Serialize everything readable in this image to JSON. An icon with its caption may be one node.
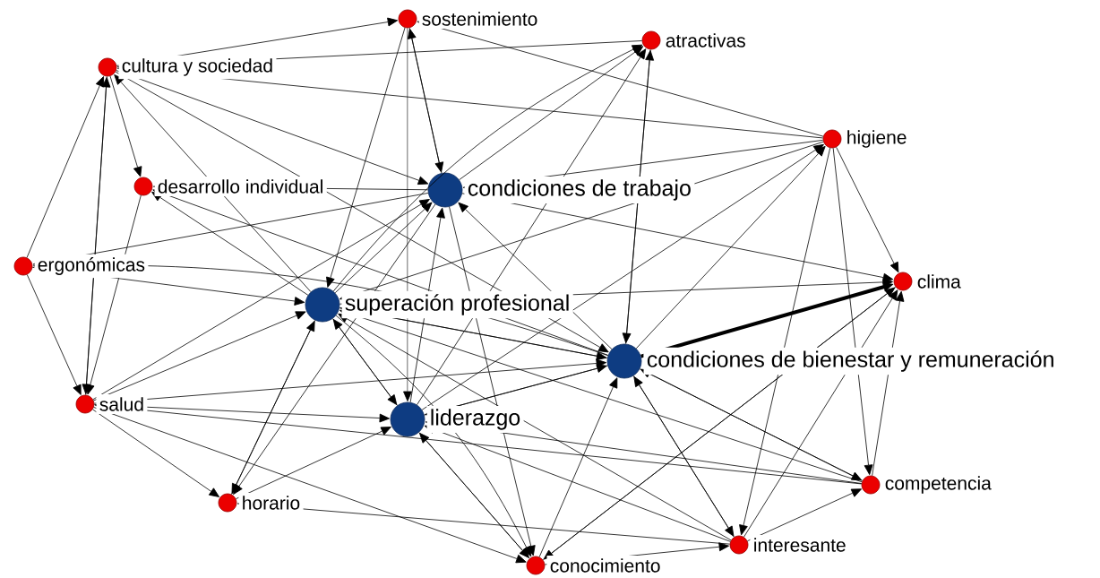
{
  "diagram": {
    "nodes": [
      {
        "text": [
          "sostenimiento"
        ]
      },
      {
        "text": [
          "atractivas"
        ]
      },
      {
        "text": [
          "cultura y sociedad"
        ]
      },
      {
        "text": [
          "higiene"
        ]
      },
      {
        "text": [
          "desarrollo individual"
        ]
      },
      {
        "text": [
          "condiciones de trabajo"
        ]
      },
      {
        "text": [
          "ergonómicas"
        ]
      },
      {
        "text": [
          "clima"
        ]
      },
      {
        "text": [
          "superación profesional"
        ]
      },
      {
        "text": [
          "condiciones de bienestar y remuneración"
        ]
      },
      {
        "text": [
          "salud"
        ]
      },
      {
        "text": [
          "liderazgo"
        ]
      },
      {
        "text": [
          "competencia"
        ]
      },
      {
        "text": [
          "horario"
        ]
      },
      {
        "text": [
          "interesante"
        ]
      },
      {
        "text": [
          "conocimiento"
        ]
      }
    ],
    "edges": [
      {
        "from": 2,
        "to": 0,
        "arrow": "to"
      },
      {
        "from": 1,
        "to": 2,
        "arrow": "to"
      },
      {
        "from": 3,
        "to": 0,
        "arrow": "to"
      },
      {
        "from": 3,
        "to": 2,
        "arrow": "to"
      },
      {
        "from": 0,
        "to": 5,
        "arrow": "to"
      },
      {
        "from": 0,
        "to": 8,
        "arrow": "to"
      },
      {
        "from": 0,
        "to": 11,
        "arrow": "to"
      },
      {
        "from": 5,
        "to": 0,
        "arrow": "to"
      },
      {
        "from": 5,
        "to": 1,
        "arrow": "to"
      },
      {
        "from": 9,
        "to": 1,
        "arrow": "to"
      },
      {
        "from": 8,
        "to": 1,
        "arrow": "to"
      },
      {
        "from": 11,
        "to": 1,
        "arrow": "to"
      },
      {
        "from": 1,
        "to": 9,
        "arrow": "to"
      },
      {
        "from": 2,
        "to": 5,
        "arrow": "to"
      },
      {
        "from": 2,
        "to": 9,
        "arrow": "to"
      },
      {
        "from": 2,
        "to": 4,
        "arrow": "to"
      },
      {
        "from": 6,
        "to": 2,
        "arrow": "to"
      },
      {
        "from": 10,
        "to": 2,
        "arrow": "to"
      },
      {
        "from": 2,
        "to": 10,
        "arrow": "to"
      },
      {
        "from": 4,
        "to": 10,
        "arrow": "to"
      },
      {
        "from": 8,
        "to": 2,
        "arrow": "to"
      },
      {
        "from": 5,
        "to": 4,
        "arrow": "to"
      },
      {
        "from": 8,
        "to": 4,
        "arrow": "to"
      },
      {
        "from": 9,
        "to": 4,
        "arrow": "to"
      },
      {
        "from": 6,
        "to": 10,
        "arrow": "to"
      },
      {
        "from": 6,
        "to": 8,
        "arrow": "to"
      },
      {
        "from": 9,
        "to": 6,
        "arrow": "to"
      },
      {
        "from": 5,
        "to": 6,
        "arrow": "to"
      },
      {
        "from": 3,
        "to": 5,
        "arrow": "to"
      },
      {
        "from": 3,
        "to": 8,
        "arrow": "to"
      },
      {
        "from": 9,
        "to": 3,
        "arrow": "to"
      },
      {
        "from": 11,
        "to": 3,
        "arrow": "to"
      },
      {
        "from": 3,
        "to": 14,
        "arrow": "to"
      },
      {
        "from": 3,
        "to": 12,
        "arrow": "to"
      },
      {
        "from": 3,
        "to": 7,
        "arrow": "to"
      },
      {
        "from": 5,
        "to": 7,
        "arrow": "to"
      },
      {
        "from": 8,
        "to": 7,
        "arrow": "to"
      },
      {
        "from": 9,
        "to": 7,
        "arrow": "to",
        "style": "thick"
      },
      {
        "from": 12,
        "to": 7,
        "arrow": "to"
      },
      {
        "from": 14,
        "to": 7,
        "arrow": "to"
      },
      {
        "from": 15,
        "to": 7,
        "arrow": "to"
      },
      {
        "from": 8,
        "to": 5,
        "arrow": "to"
      },
      {
        "from": 11,
        "to": 5,
        "arrow": "to"
      },
      {
        "from": 9,
        "to": 5,
        "arrow": "to"
      },
      {
        "from": 10,
        "to": 5,
        "arrow": "to"
      },
      {
        "from": 8,
        "to": 11,
        "arrow": "to"
      },
      {
        "from": 11,
        "to": 8,
        "arrow": "to"
      },
      {
        "from": 8,
        "to": 9,
        "arrow": "to"
      },
      {
        "from": 9,
        "to": 8,
        "arrow": "to"
      },
      {
        "from": 9,
        "to": 11,
        "arrow": "to"
      },
      {
        "from": 11,
        "to": 9,
        "arrow": "to"
      },
      {
        "from": 13,
        "to": 8,
        "arrow": "to"
      },
      {
        "from": 8,
        "to": 13,
        "arrow": "to"
      },
      {
        "from": 13,
        "to": 11,
        "arrow": "to"
      },
      {
        "from": 5,
        "to": 13,
        "arrow": "to"
      },
      {
        "from": 10,
        "to": 8,
        "arrow": "to"
      },
      {
        "from": 10,
        "to": 11,
        "arrow": "to"
      },
      {
        "from": 10,
        "to": 9,
        "arrow": "to"
      },
      {
        "from": 10,
        "to": 13,
        "arrow": "to"
      },
      {
        "from": 10,
        "to": 15,
        "arrow": "to"
      },
      {
        "from": 11,
        "to": 15,
        "arrow": "to"
      },
      {
        "from": 15,
        "to": 11,
        "arrow": "to"
      },
      {
        "from": 8,
        "to": 15,
        "arrow": "to"
      },
      {
        "from": 5,
        "to": 15,
        "arrow": "to"
      },
      {
        "from": 15,
        "to": 9,
        "arrow": "to"
      },
      {
        "from": 14,
        "to": 9,
        "arrow": "to"
      },
      {
        "from": 14,
        "to": 11,
        "arrow": "to"
      },
      {
        "from": 14,
        "to": 8,
        "arrow": "to"
      },
      {
        "from": 12,
        "to": 9,
        "arrow": "to"
      },
      {
        "from": 12,
        "to": 11,
        "arrow": "to"
      },
      {
        "from": 12,
        "to": 8,
        "arrow": "to"
      },
      {
        "from": 12,
        "to": 10,
        "arrow": "to"
      },
      {
        "from": 15,
        "to": 14,
        "arrow": "to"
      },
      {
        "from": 14,
        "to": 12,
        "arrow": "to"
      },
      {
        "from": 9,
        "to": 14,
        "arrow": "to"
      },
      {
        "from": 14,
        "to": 13,
        "arrow": "to"
      },
      {
        "from": 9,
        "to": 12,
        "arrow": "to"
      },
      {
        "from": 7,
        "to": 15,
        "arrow": "to"
      }
    ]
  }
}
